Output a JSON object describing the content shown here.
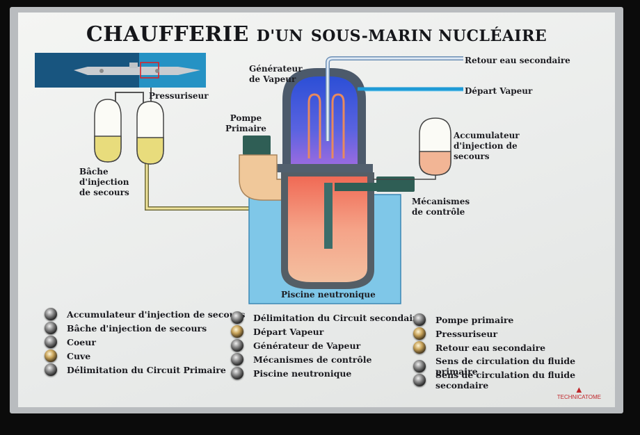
{
  "title": {
    "part1": "CHAUFFERIE",
    "part2": "D'UN",
    "part3": "SOUS-MARIN NUCLÉAIRE"
  },
  "diagram_labels": {
    "pressuriseur": "Pressuriseur",
    "bache": [
      "Bâche",
      "d'injection",
      "de secours"
    ],
    "generateur": [
      "Générateur",
      "de Vapeur"
    ],
    "pompe": [
      "Pompe",
      "Primaire"
    ],
    "retour": "Retour eau secondaire",
    "depart": "Départ  Vapeur",
    "accumulateur": [
      "Accumulateur",
      "d'injection de",
      "secours"
    ],
    "mecanismes": [
      "Mécanismes",
      "de contrôle"
    ],
    "piscine": "Piscine neutronique"
  },
  "legend": {
    "col1": [
      "Accumulateur d'injection de secours",
      "Bâche d'injection de secours",
      "Coeur",
      "Cuve",
      "Délimitation du Circuit Primaire"
    ],
    "col2": [
      "Délimitation du Circuit secondaire",
      "Départ  Vapeur",
      "Générateur de Vapeur",
      "Mécanismes de contrôle",
      "Piscine neutronique"
    ],
    "col3": [
      "Pompe primaire",
      "Pressuriseur",
      "Retour eau secondaire",
      "Sens de circulation du fluide primaire",
      "Sens de circulation du fluide secondaire"
    ]
  },
  "brand": "TECHNICATOME",
  "colors": {
    "primary_circuit": "#f0c89a",
    "water_blue": "#7fc7e8",
    "steam_blue": "#3a63d8",
    "core_red": "#e86a4a",
    "tank_yellow": "#efe39a",
    "dark_green": "#2f5e55"
  }
}
